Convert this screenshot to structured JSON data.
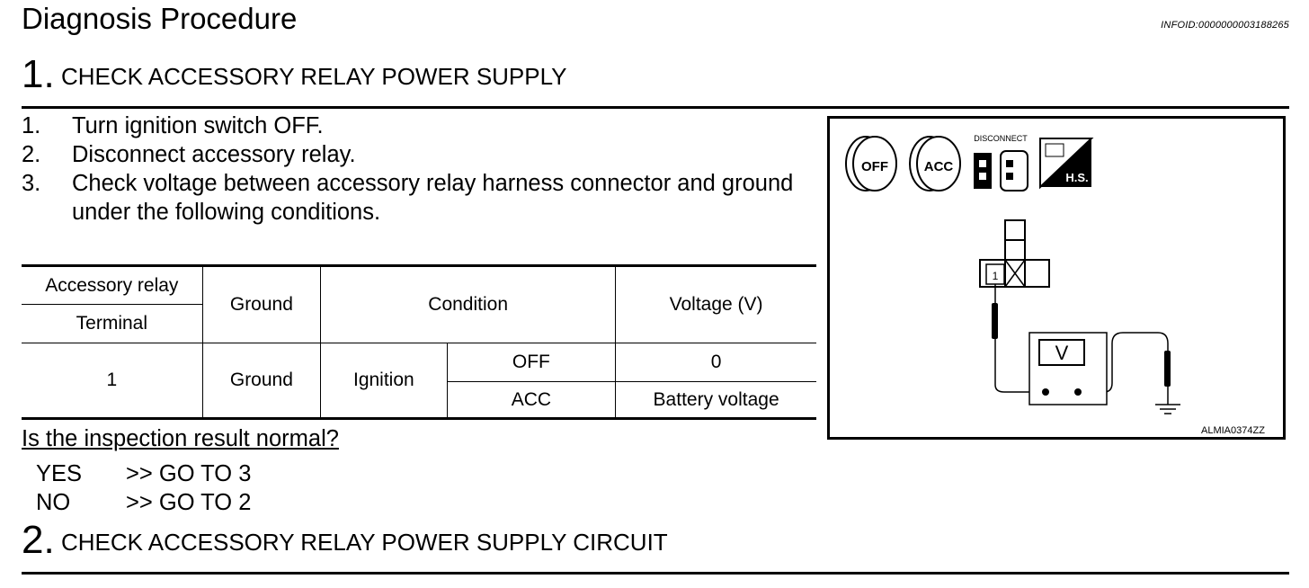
{
  "page": {
    "title": "Diagnosis Procedure",
    "infoid": "INFOID:0000000003188265"
  },
  "step1": {
    "number": "1.",
    "heading": "CHECK ACCESSORY RELAY POWER SUPPLY",
    "items": [
      {
        "n": "1.",
        "text": "Turn ignition switch OFF."
      },
      {
        "n": "2.",
        "text": "Disconnect accessory relay."
      },
      {
        "n": "3.",
        "text": "Check voltage between accessory relay harness connector and ground under the following conditions."
      }
    ]
  },
  "table": {
    "header": {
      "relay": "Accessory relay",
      "terminal": "Terminal",
      "ground": "Ground",
      "condition": "Condition",
      "voltage": "Voltage (V)"
    },
    "row": {
      "terminal": "1",
      "ground": "Ground",
      "condition": "Ignition",
      "sub": [
        {
          "state": "OFF",
          "voltage": "0"
        },
        {
          "state": "ACC",
          "voltage": "Battery voltage"
        }
      ]
    }
  },
  "inspection": {
    "question": "Is the inspection result normal?",
    "yes_key": "YES",
    "yes_action": ">> GO TO 3",
    "no_key": "NO",
    "no_action": ">> GO TO 2"
  },
  "step2": {
    "number": "2.",
    "heading": "CHECK ACCESSORY RELAY POWER SUPPLY CIRCUIT"
  },
  "figure": {
    "icons": {
      "off": "OFF",
      "acc": "ACC",
      "disconnect": "DISCONNECT",
      "hs": "H.S."
    },
    "terminal_label": "1",
    "meter_label": "V",
    "code": "ALMIA0374ZZ",
    "icon_names": [
      "ignition-off-icon",
      "ignition-acc-icon",
      "disconnect-connector-icon",
      "harness-side-icon",
      "ground-symbol-icon"
    ]
  }
}
